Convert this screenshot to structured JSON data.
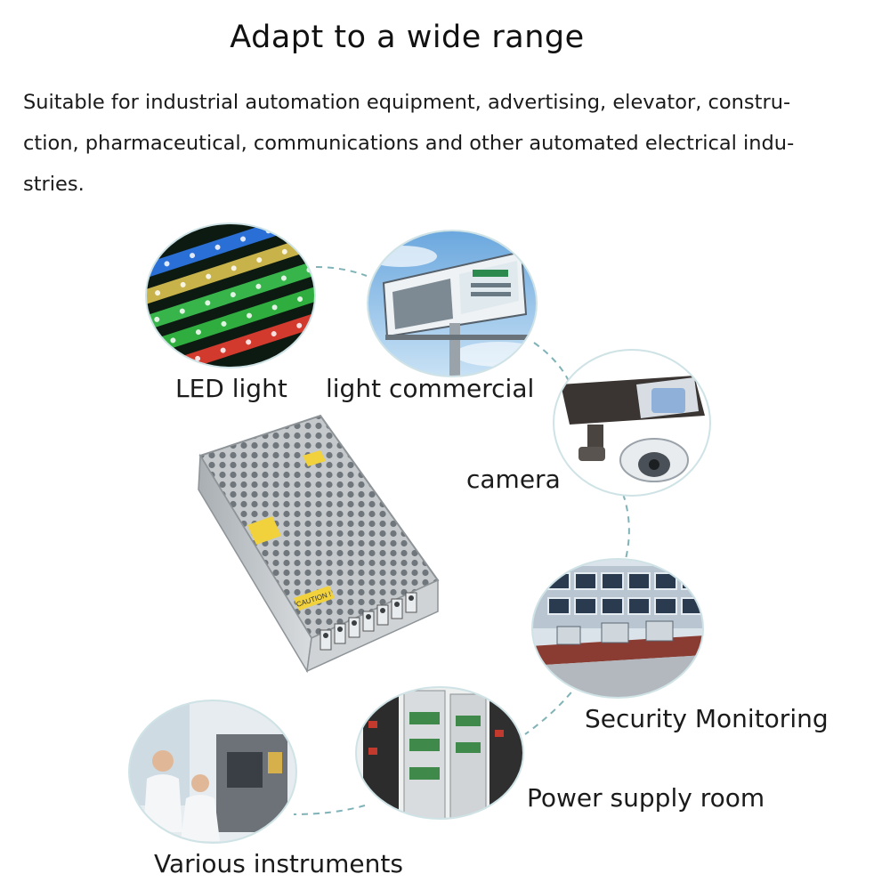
{
  "title": "Adapt to a wide range",
  "description": {
    "line1": "Suitable for industrial automation equipment, advertising, elevator, constru-",
    "line2": "ction, pharmaceutical, communications and other automated electrical indu-",
    "line3": "stries."
  },
  "applications": {
    "led_light": "LED light",
    "light_commercial": "light commercial",
    "camera": "camera",
    "security_monitoring": "Security Monitoring",
    "power_supply_room": "Power supply room",
    "various_instruments": "Various instruments"
  },
  "product": {
    "caution": "CAUTION !"
  },
  "colors": {
    "connector": "#7fb3b8",
    "text": "#1a1a1a"
  },
  "icons": [
    "led-strip-icon",
    "billboard-icon",
    "cctv-camera-icon",
    "monitoring-room-icon",
    "server-cabinet-icon",
    "lab-instrument-icon",
    "power-supply-unit-icon"
  ]
}
